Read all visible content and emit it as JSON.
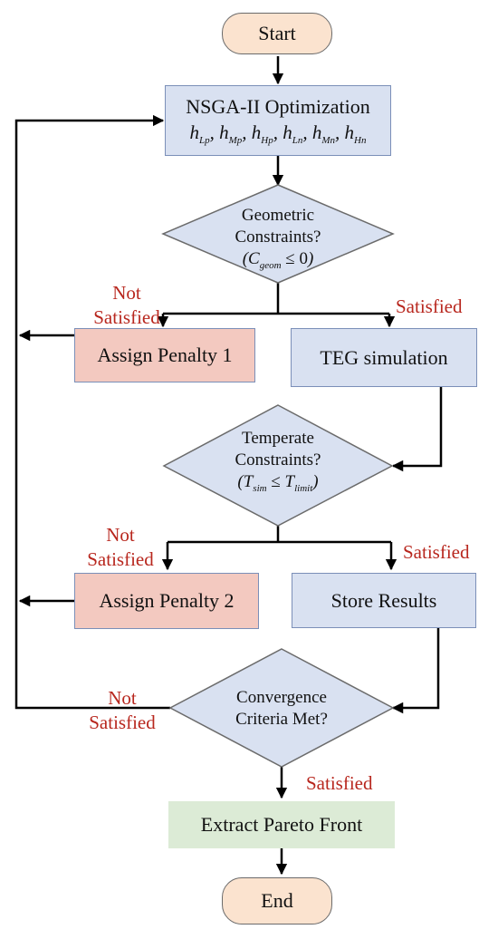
{
  "colors": {
    "terminal_fill": "#fbe3cf",
    "process_fill": "#d9e1f1",
    "penalty_fill": "#f3c9c0",
    "final_fill": "#dcebd6",
    "label_red": "#b8271e",
    "line": "#000000"
  },
  "start": {
    "label": "Start"
  },
  "optimization": {
    "title": "NSGA-II Optimization",
    "variables": [
      {
        "base": "h",
        "sub": "Lp"
      },
      {
        "base": "h",
        "sub": "Mp"
      },
      {
        "base": "h",
        "sub": "Hp"
      },
      {
        "base": "h",
        "sub": "Ln"
      },
      {
        "base": "h",
        "sub": "Mn"
      },
      {
        "base": "h",
        "sub": "Hn"
      }
    ]
  },
  "geometric": {
    "line1": "Geometric",
    "line2": "Constraints?",
    "symbol": "C",
    "symbol_sub": "geom",
    "relation": "≤ 0"
  },
  "temperate": {
    "line1": "Temperate",
    "line2": "Constraints?",
    "lhs": "T",
    "lhs_sub": "sim",
    "relation": "≤",
    "rhs": "T",
    "rhs_sub": "limit"
  },
  "convergence": {
    "line1": "Convergence",
    "line2": "Criteria Met?"
  },
  "penalty1": {
    "label": "Assign Penalty 1"
  },
  "penalty2": {
    "label": "Assign Penalty 2"
  },
  "teg": {
    "label": "TEG simulation"
  },
  "store": {
    "label": "Store Results"
  },
  "pareto": {
    "label": "Extract Pareto Front"
  },
  "end": {
    "label": "End"
  },
  "labels": {
    "not_satisfied_1": {
      "line1": "Not",
      "line2": "Satisfied"
    },
    "satisfied_1": "Satisfied",
    "not_satisfied_2": {
      "line1": "Not",
      "line2": "Satisfied"
    },
    "satisfied_2": "Satisfied",
    "not_satisfied_3": {
      "line1": "Not",
      "line2": "Satisfied"
    },
    "satisfied_3": "Satisfied"
  }
}
